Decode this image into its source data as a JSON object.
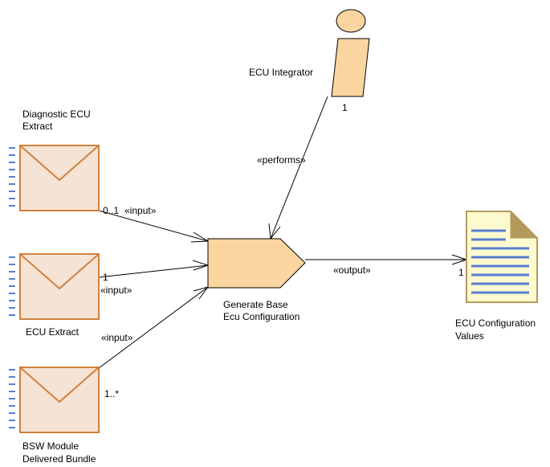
{
  "colors": {
    "artifact_fill": "#f5e4d6",
    "artifact_stroke": "#d0813e",
    "task_fill": "#fbd5a0",
    "role_fill": "#fbd5a0",
    "output_fill": "#fdfad0",
    "output_stroke": "#b49a5a",
    "doc_lines": "#5b7fd1",
    "ports": "#5b7fd1",
    "edge": "#000000"
  },
  "role": {
    "label": "ECU Integrator",
    "icon": "role-icon"
  },
  "task": {
    "label_line1": "Generate Base",
    "label_line2": "Ecu Configuration",
    "icon": "task-icon"
  },
  "inputs": [
    {
      "label_line1": "Diagnostic ECU",
      "label_line2": "Extract",
      "multiplicity": "0..1",
      "stereotype": "«input»",
      "icon": "envelope-icon"
    },
    {
      "label_line1": "ECU Extract",
      "multiplicity": "1",
      "stereotype": "«input»",
      "icon": "envelope-icon"
    },
    {
      "label_line1": "BSW Module",
      "label_line2": "Delivered Bundle",
      "multiplicity": "1..*",
      "stereotype": "«input»",
      "icon": "envelope-icon"
    }
  ],
  "output": {
    "label_line1": "ECU Configuration",
    "label_line2": "Values",
    "multiplicity": "1",
    "stereotype": "«output»",
    "icon": "document-icon"
  },
  "performs": {
    "stereotype": "«performs»",
    "multiplicity": "1"
  }
}
